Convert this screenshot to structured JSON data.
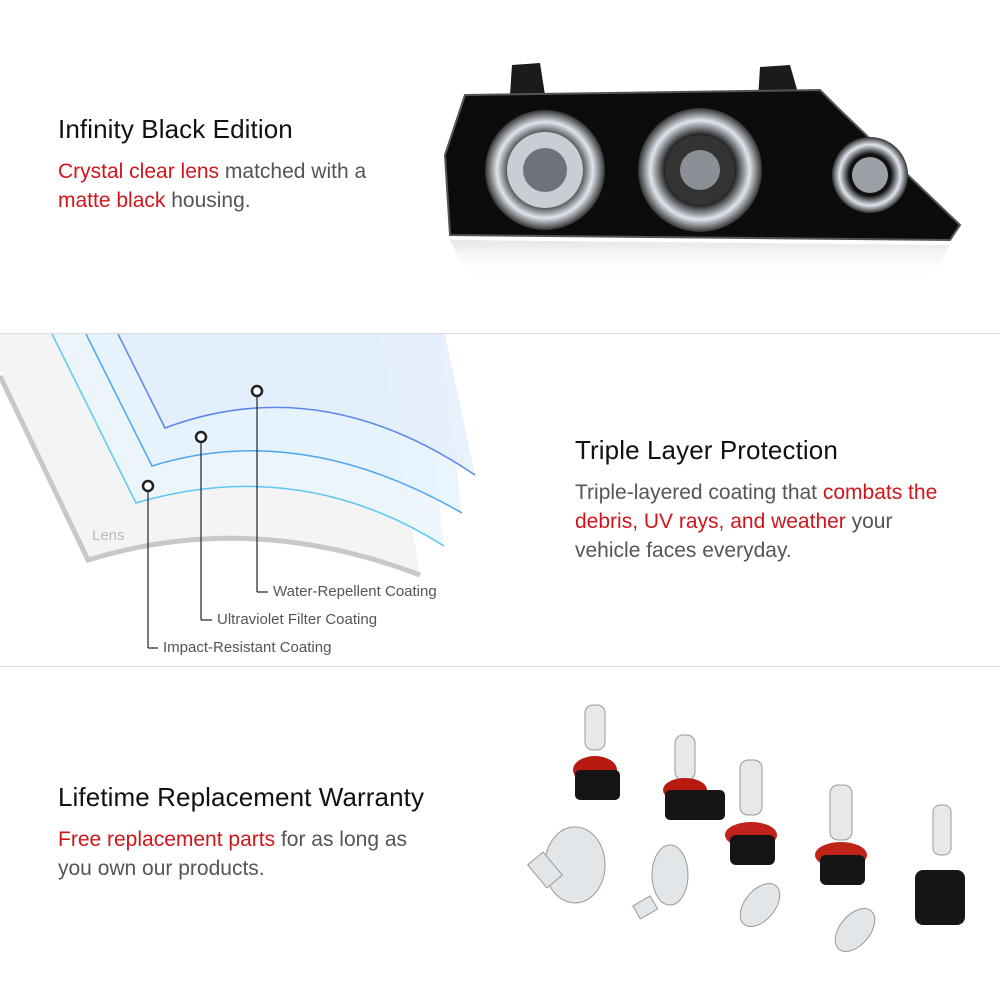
{
  "section1": {
    "title": "Infinity Black Edition",
    "highlight1": "Crystal clear lens",
    "text1": " matched with a ",
    "highlight2": "matte black",
    "text2": " housing."
  },
  "section2": {
    "title": "Triple Layer Protection",
    "text1": "Triple-layered coating that ",
    "highlight": "combats the debris, UV rays, and weather",
    "text2": " your vehicle faces everyday.",
    "diagram": {
      "lens_label": "Lens",
      "layers": [
        "Water-Repellent Coating",
        "Ultraviolet Filter Coating",
        "Impact-Resistant Coating"
      ]
    }
  },
  "section3": {
    "title": "Lifetime Replacement Warranty",
    "highlight": "Free replacement parts",
    "text1": " for as long as you own our products."
  },
  "colors": {
    "accent": "#d0161b",
    "text": "#555555",
    "heading": "#111111"
  }
}
